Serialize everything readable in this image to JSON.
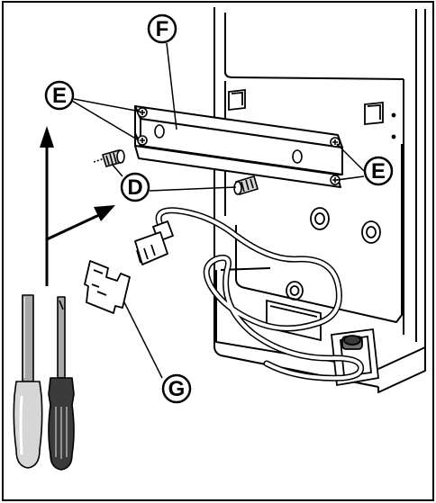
{
  "callouts": {
    "f": "F",
    "e_left": "E",
    "e_right": "E",
    "d": "D",
    "g": "G"
  },
  "colors": {
    "stroke": "#000000",
    "background": "#ffffff",
    "gray_light": "#d6d6d6",
    "gray_mid": "#a8a8a8",
    "gray_dark": "#6e6e6e",
    "handle_dark": "#3a3a3a"
  }
}
